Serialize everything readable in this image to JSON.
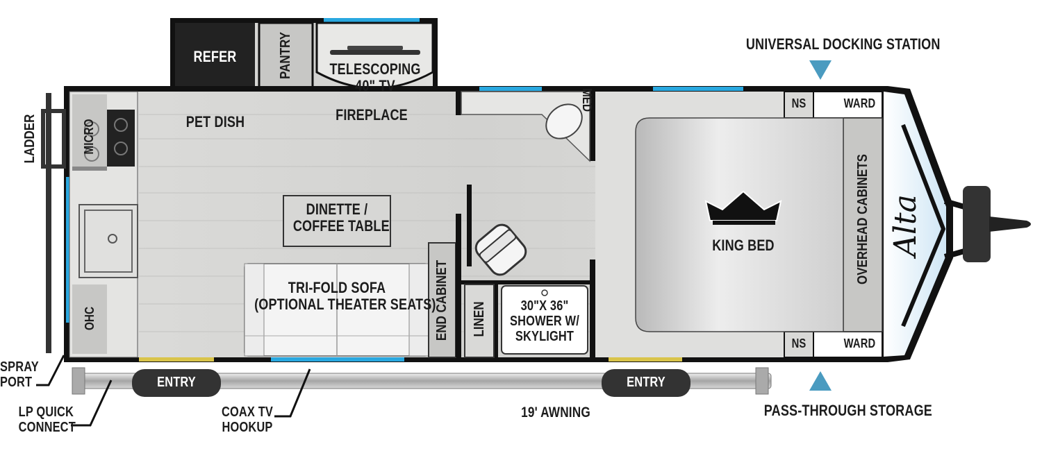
{
  "rooms": {
    "refer": "REFER",
    "pantry": "PANTRY",
    "telescoping_tv": [
      "TELESCOPING",
      "40\" TV"
    ],
    "pet_dish": "PET DISH",
    "fireplace": "FIREPLACE",
    "med": "MED",
    "micro": "MICRO",
    "ohc": "OHC",
    "dinette": [
      "DINETTE /",
      "COFFEE TABLE"
    ],
    "sofa": [
      "TRI-FOLD SOFA",
      "(OPTIONAL THEATER SEATS)"
    ],
    "end_cabinet": "END CABINET",
    "linen": "LINEN",
    "shower": [
      "30\"X 36\"",
      "SHOWER W/",
      "SKYLIGHT"
    ],
    "king_bed": "KING BED",
    "ns_top": "NS",
    "ward_top": "WARD",
    "ns_bottom": "NS",
    "ward_bottom": "WARD",
    "overhead_cabinets": "OVERHEAD CABINETS",
    "entry_rear": "ENTRY",
    "entry_front": "ENTRY"
  },
  "callouts": {
    "ladder": "LADDER",
    "spray_port": [
      "SPRAY",
      "PORT"
    ],
    "lp_quick_connect": [
      "LP QUICK",
      "CONNECT"
    ],
    "coax_tv_hookup": [
      "COAX TV",
      "HOOKUP"
    ],
    "awning": "19' AWNING",
    "universal_docking_station": "UNIVERSAL DOCKING STATION",
    "pass_through_storage": "PASS-THROUGH STORAGE"
  },
  "brand_logo": "Alta",
  "colors": {
    "wall": "#111111",
    "floor": "#d8d8d6",
    "cabinet": "#c7c7c5",
    "window_blue": "#29a8e0",
    "entry_yellow": "#d9c44a",
    "appliance_dark": "#222222",
    "marker_blue": "#4a9bc0",
    "entry_pill": "#333333"
  }
}
